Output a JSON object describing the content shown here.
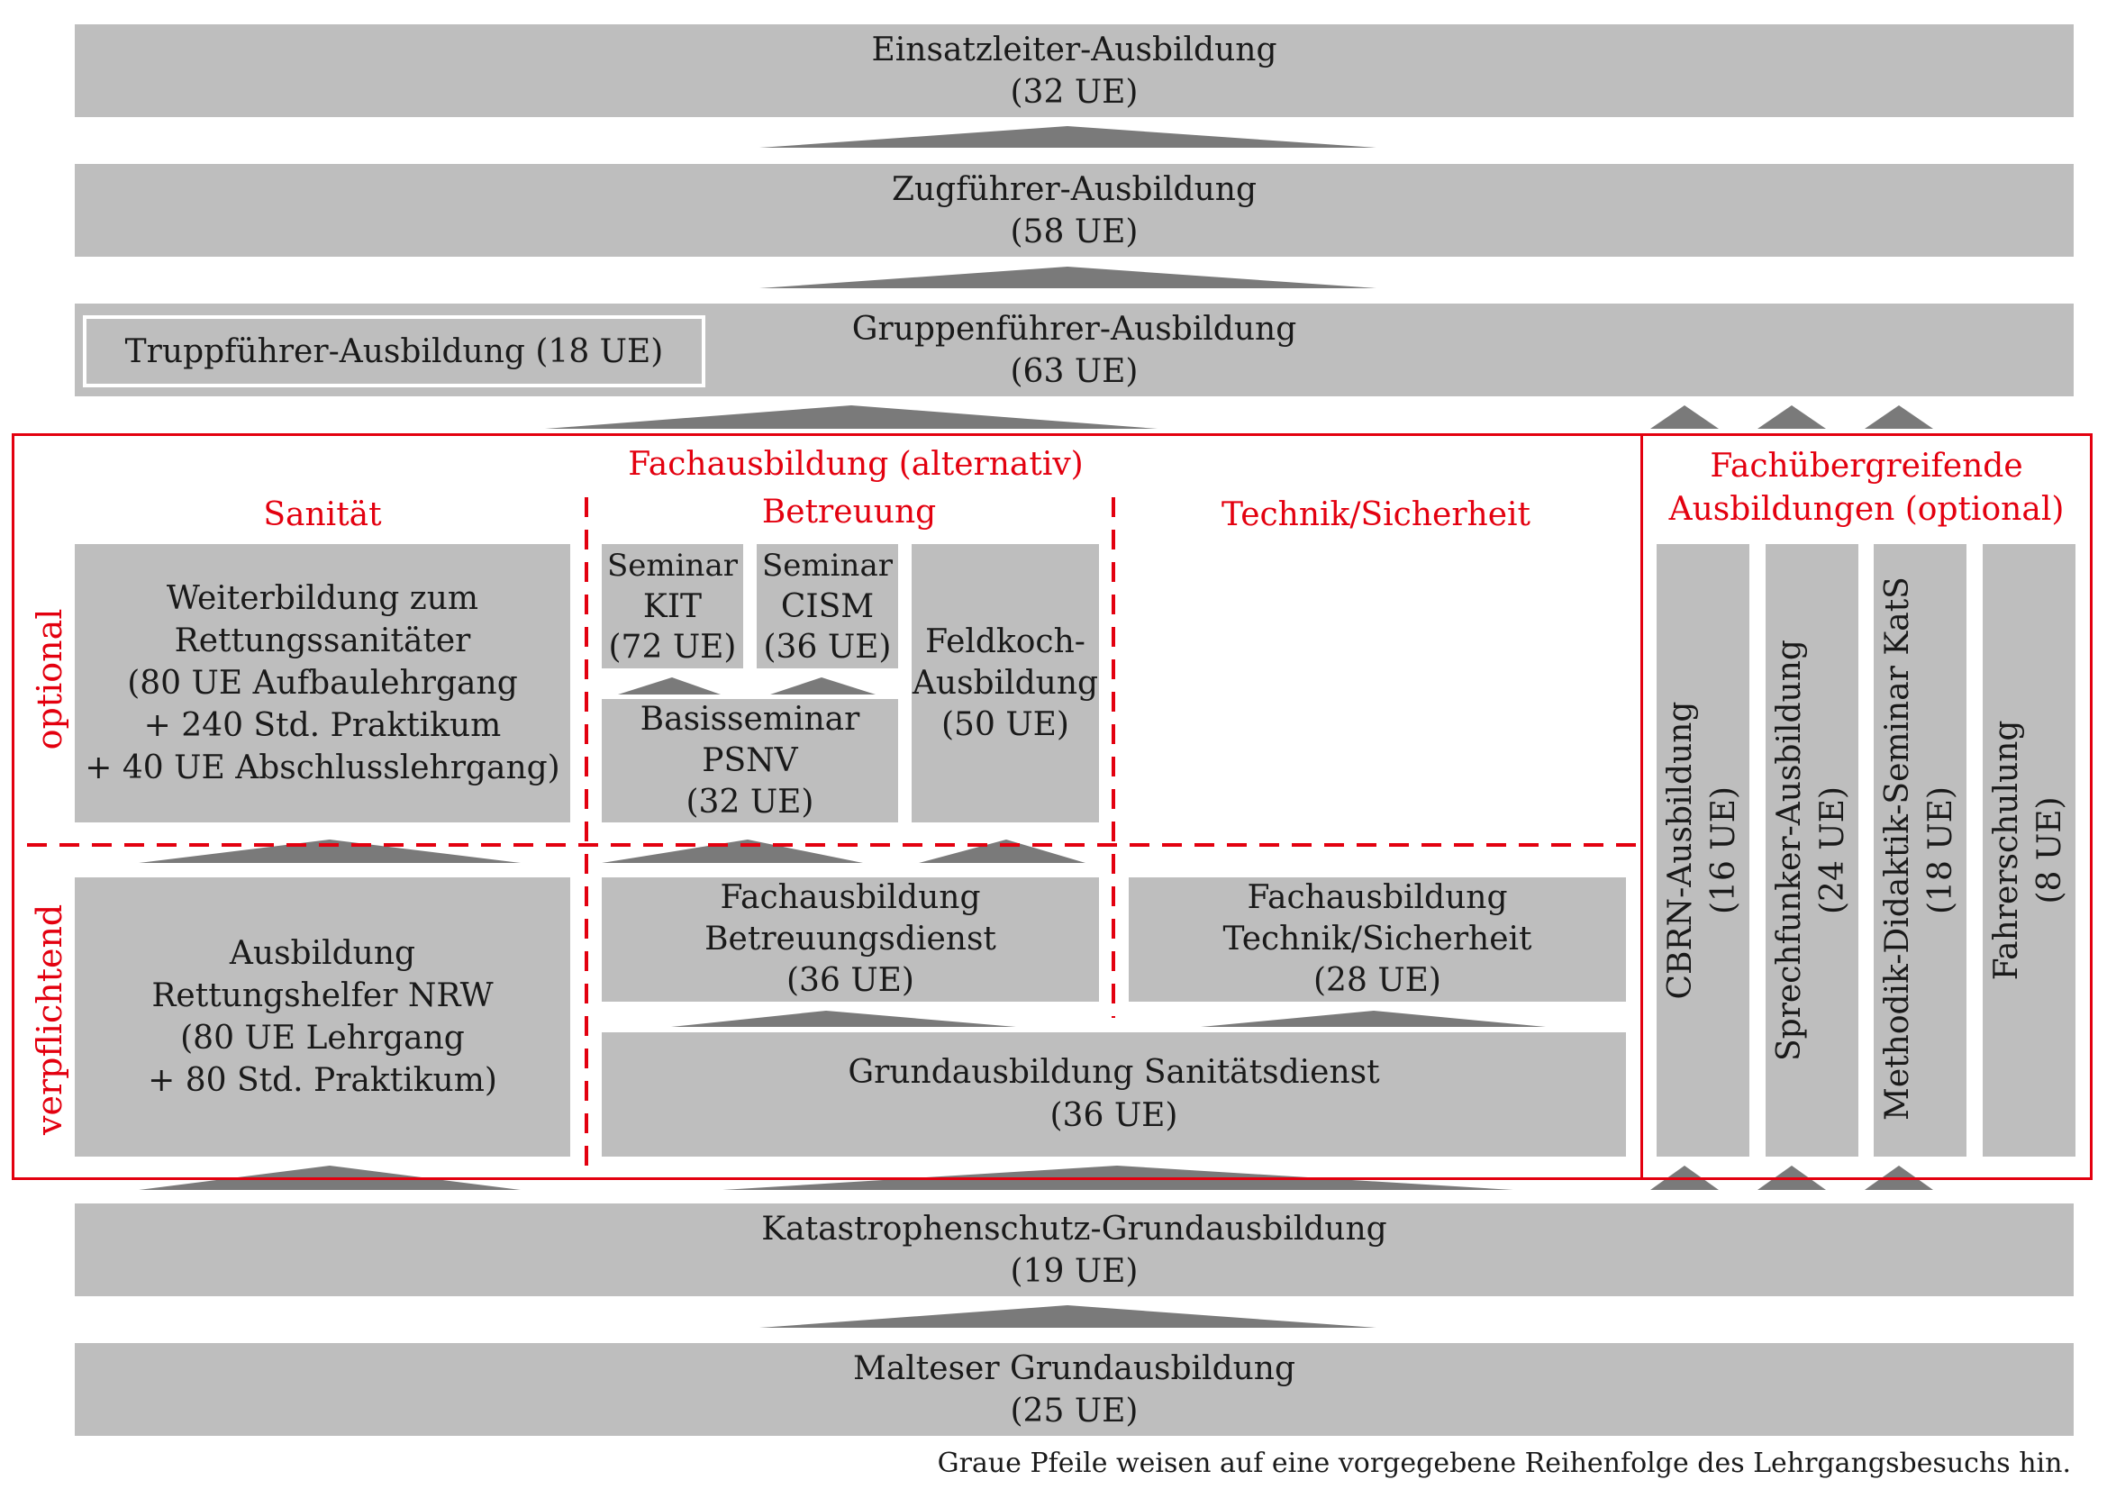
{
  "levels": {
    "einsatzleiter": {
      "title": "Einsatzleiter-Ausbildung",
      "hours": "(32 UE)"
    },
    "zugfuehrer": {
      "title": "Zugführer-Ausbildung",
      "hours": "(58 UE)"
    },
    "gruppenfuehrer": {
      "title": "Gruppenführer-Ausbildung",
      "hours": "(63 UE)"
    },
    "truppfuehrer": {
      "label": "Truppführer-Ausbildung (18 UE)"
    },
    "katastrophenschutz": {
      "title": "Katastrophenschutz-Grundausbildung",
      "hours": "(19 UE)"
    },
    "malteser": {
      "title": "Malteser Grundausbildung",
      "hours": "(25 UE)"
    }
  },
  "fachausbildung": {
    "title": "Fachausbildung (alternativ)",
    "columns": {
      "sanitaet": "Sanität",
      "betreuung": "Betreuung",
      "technik": "Technik/Sicherheit"
    },
    "rows": {
      "optional": "optional",
      "verpflichtend": "verpflichtend"
    },
    "boxes": {
      "rettungssanitaeter": [
        "Weiterbildung zum",
        "Rettungssanitäter",
        "(80 UE Aufbaulehrgang",
        "+ 240 Std. Praktikum",
        "+ 40 UE Abschlusslehrgang)"
      ],
      "seminar_kit": [
        "Seminar",
        "KIT",
        "(72 UE)"
      ],
      "seminar_cism": [
        "Seminar",
        "CISM",
        "(36 UE)"
      ],
      "feldkoch": [
        "Feldkoch-",
        "Ausbildung",
        "(50 UE)"
      ],
      "basisseminar": [
        "Basisseminar",
        "PSNV",
        "(32 UE)"
      ],
      "rettungshelfer": [
        "Ausbildung",
        "Rettungshelfer NRW",
        "(80 UE Lehrgang",
        "+ 80 Std. Praktikum)"
      ],
      "betreuungsdienst": [
        "Fachausbildung",
        "Betreuungsdienst",
        "(36 UE)"
      ],
      "technik_sicherheit": [
        "Fachausbildung",
        "Technik/Sicherheit",
        "(28 UE)"
      ],
      "grundausbildung_sanitaet": [
        "Grundausbildung Sanitätsdienst",
        "(36 UE)"
      ]
    }
  },
  "fachuebergreifend": {
    "title_line1": "Fachübergreifende",
    "title_line2": "Ausbildungen (optional)",
    "items": [
      {
        "name": "CBRN-Ausbildung",
        "hours": "(16 UE)"
      },
      {
        "name": "Sprechfunker-Ausbildung",
        "hours": "(24 UE)"
      },
      {
        "name": "Methodik-Didaktik-Seminar KatS",
        "hours": "(18 UE)"
      },
      {
        "name": "Fahrerschulung",
        "hours": "(8 UE)"
      }
    ]
  },
  "footnote": "Graue Pfeile weisen auf eine vorgegebene Reihenfolge des Lehrgangsbesuchs hin.",
  "colors": {
    "box_gray": "#bebebe",
    "arrow_gray": "#7a7a7a",
    "accent_red": "#e3000f"
  }
}
